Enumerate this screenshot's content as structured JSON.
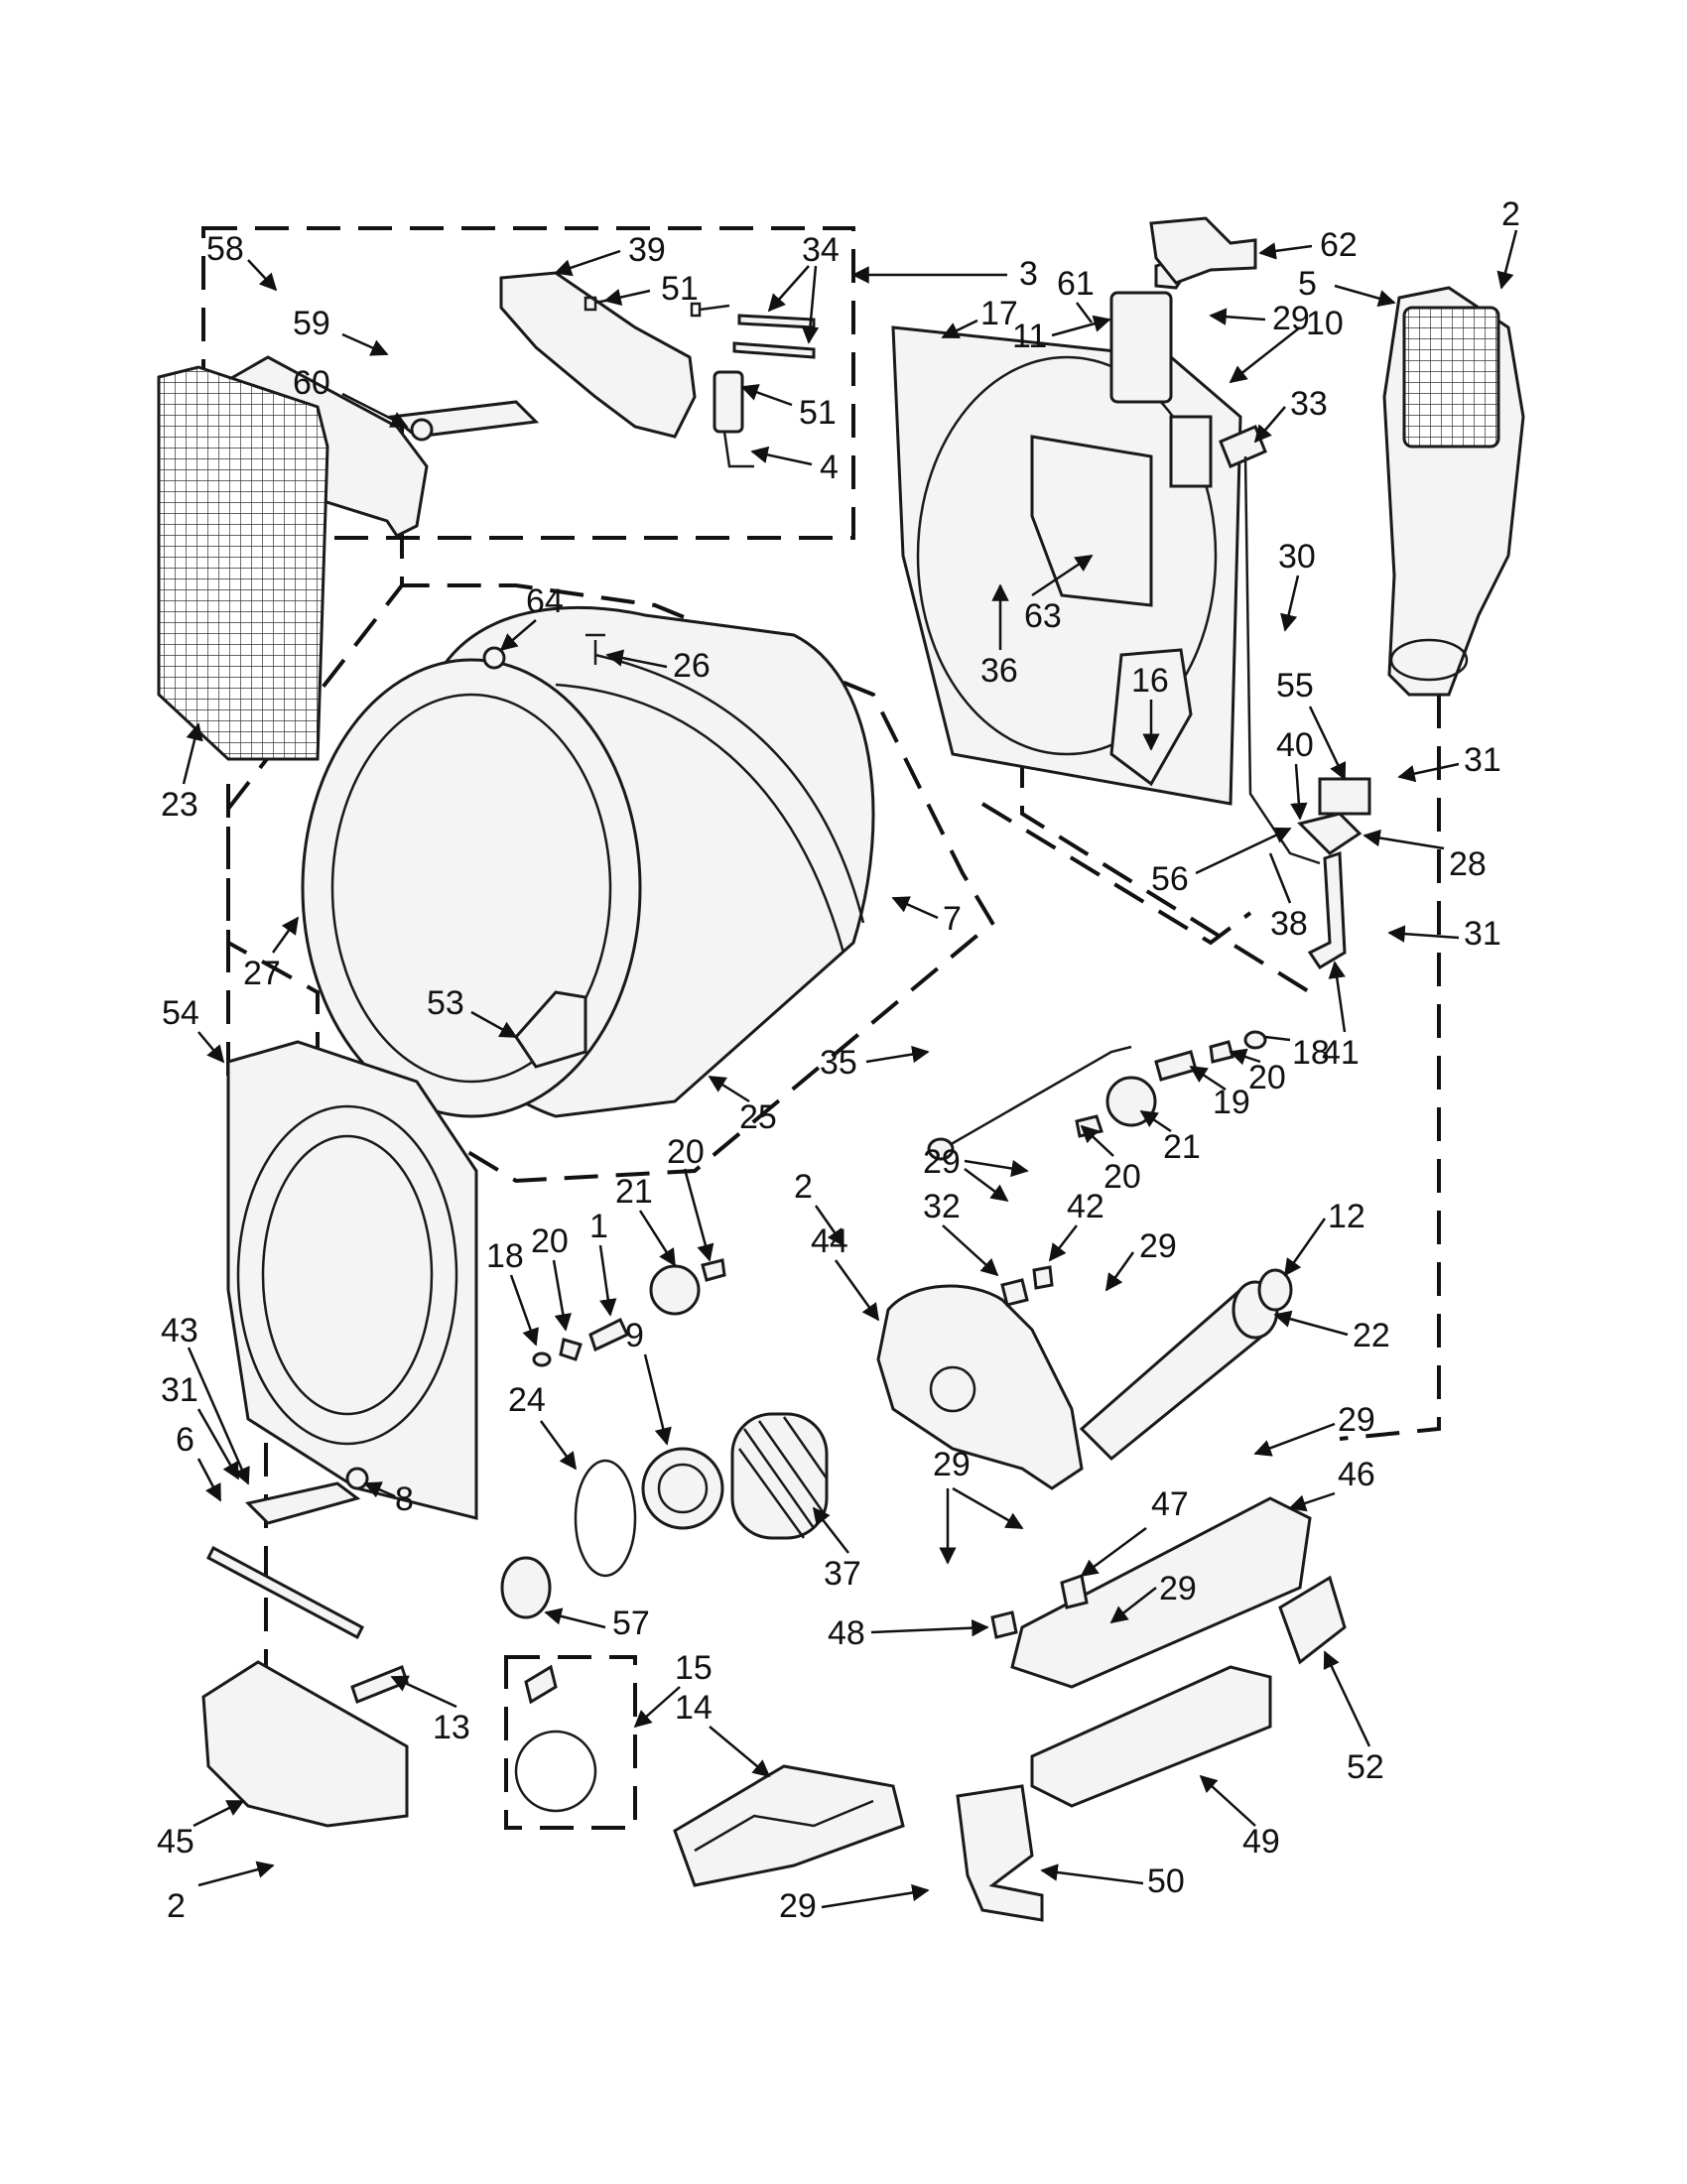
{
  "diagram": {
    "callouts": [
      {
        "id": "c58",
        "text": "58"
      },
      {
        "id": "c39",
        "text": "39"
      },
      {
        "id": "c34",
        "text": "34"
      },
      {
        "id": "c3",
        "text": "3"
      },
      {
        "id": "c59",
        "text": "59"
      },
      {
        "id": "c51a",
        "text": "51"
      },
      {
        "id": "c60",
        "text": "60"
      },
      {
        "id": "c51b",
        "text": "51"
      },
      {
        "id": "c4",
        "text": "4"
      },
      {
        "id": "c17",
        "text": "17"
      },
      {
        "id": "c61",
        "text": "61"
      },
      {
        "id": "c62",
        "text": "62"
      },
      {
        "id": "c2a",
        "text": "2"
      },
      {
        "id": "c5",
        "text": "5"
      },
      {
        "id": "c29a",
        "text": "29"
      },
      {
        "id": "c11",
        "text": "11"
      },
      {
        "id": "c10",
        "text": "10"
      },
      {
        "id": "c33",
        "text": "33"
      },
      {
        "id": "c64",
        "text": "64"
      },
      {
        "id": "c26",
        "text": "26"
      },
      {
        "id": "c63",
        "text": "63"
      },
      {
        "id": "c36",
        "text": "36"
      },
      {
        "id": "c30",
        "text": "30"
      },
      {
        "id": "c16",
        "text": "16"
      },
      {
        "id": "c23",
        "text": "23"
      },
      {
        "id": "c55",
        "text": "55"
      },
      {
        "id": "c40",
        "text": "40"
      },
      {
        "id": "c31a",
        "text": "31"
      },
      {
        "id": "c28",
        "text": "28"
      },
      {
        "id": "c56",
        "text": "56"
      },
      {
        "id": "c38",
        "text": "38"
      },
      {
        "id": "c7",
        "text": "7"
      },
      {
        "id": "c27",
        "text": "27"
      },
      {
        "id": "c31b",
        "text": "31"
      },
      {
        "id": "c41",
        "text": "41"
      },
      {
        "id": "c54",
        "text": "54"
      },
      {
        "id": "c53",
        "text": "53"
      },
      {
        "id": "c35",
        "text": "35"
      },
      {
        "id": "c18a",
        "text": "18"
      },
      {
        "id": "c20a",
        "text": "20"
      },
      {
        "id": "c19",
        "text": "19"
      },
      {
        "id": "c25",
        "text": "25"
      },
      {
        "id": "c21a",
        "text": "21"
      },
      {
        "id": "c20b",
        "text": "20"
      },
      {
        "id": "c29b",
        "text": "29"
      },
      {
        "id": "c20c",
        "text": "20"
      },
      {
        "id": "c21b",
        "text": "21"
      },
      {
        "id": "c2b",
        "text": "2"
      },
      {
        "id": "c32",
        "text": "32"
      },
      {
        "id": "c42",
        "text": "42"
      },
      {
        "id": "c1",
        "text": "1"
      },
      {
        "id": "c18b",
        "text": "18"
      },
      {
        "id": "c20d",
        "text": "20"
      },
      {
        "id": "c44",
        "text": "44"
      },
      {
        "id": "c12",
        "text": "12"
      },
      {
        "id": "c29c",
        "text": "29"
      },
      {
        "id": "c22",
        "text": "22"
      },
      {
        "id": "c43",
        "text": "43"
      },
      {
        "id": "c9",
        "text": "9"
      },
      {
        "id": "c31c",
        "text": "31"
      },
      {
        "id": "c24",
        "text": "24"
      },
      {
        "id": "c6",
        "text": "6"
      },
      {
        "id": "c8",
        "text": "8"
      },
      {
        "id": "c29d",
        "text": "29"
      },
      {
        "id": "c29e",
        "text": "29"
      },
      {
        "id": "c46",
        "text": "46"
      },
      {
        "id": "c37",
        "text": "37"
      },
      {
        "id": "c47",
        "text": "47"
      },
      {
        "id": "c57",
        "text": "57"
      },
      {
        "id": "c29f",
        "text": "29"
      },
      {
        "id": "c48",
        "text": "48"
      },
      {
        "id": "c15",
        "text": "15"
      },
      {
        "id": "c14",
        "text": "14"
      },
      {
        "id": "c13",
        "text": "13"
      },
      {
        "id": "c52",
        "text": "52"
      },
      {
        "id": "c45",
        "text": "45"
      },
      {
        "id": "c49",
        "text": "49"
      },
      {
        "id": "c2c",
        "text": "2"
      },
      {
        "id": "c50",
        "text": "50"
      },
      {
        "id": "c29g",
        "text": "29"
      }
    ]
  }
}
